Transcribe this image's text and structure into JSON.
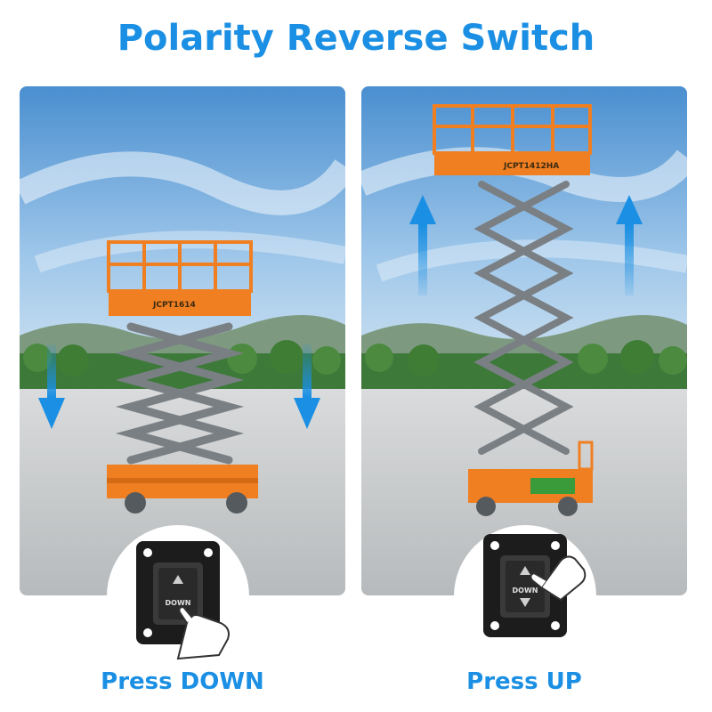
{
  "title": "Polarity Reverse Switch",
  "colors": {
    "accent": "#1a8fe3",
    "lift_orange": "#f07f22",
    "scissor_gray": "#7a7f84"
  },
  "panels": {
    "left": {
      "caption": "Press DOWN",
      "platform_label": "JCPT1614",
      "arrow_direction": "down",
      "switch_label": "DOWN"
    },
    "right": {
      "caption": "Press UP",
      "platform_label": "JCPT1412HA",
      "arrow_direction": "up",
      "switch_label": "DOWN"
    }
  },
  "icons": {
    "direction_arrow": "arrow-icon",
    "hand": "hand-pointer-icon",
    "switch": "rocker-switch-icon"
  }
}
